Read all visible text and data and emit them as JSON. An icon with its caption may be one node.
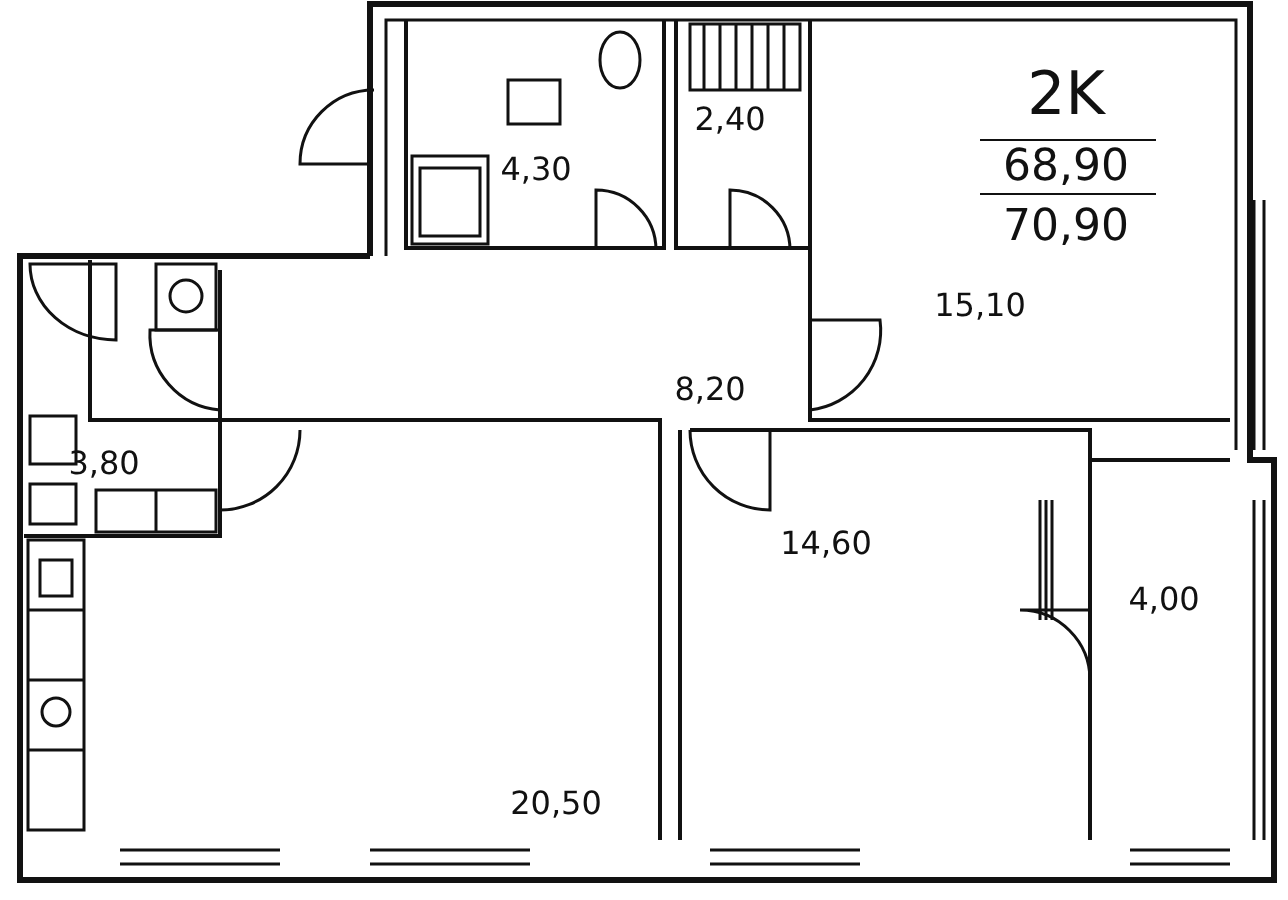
{
  "diagram": {
    "labels": [
      "2K",
      "68,90",
      "70,90",
      "4,30",
      "2,40",
      "15,10",
      "8,20",
      "3,80",
      "14,60",
      "4,00",
      "20,50"
    ]
  }
}
